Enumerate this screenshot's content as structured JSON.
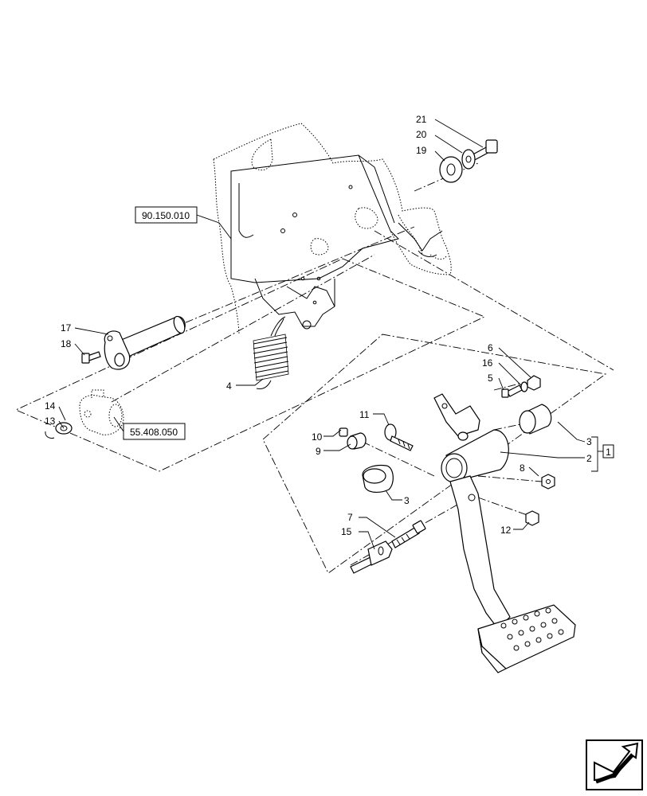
{
  "references": {
    "frame": "90.150.010",
    "valve": "55.408.050",
    "kit": "1"
  },
  "callouts": {
    "p21": "21",
    "p20": "20",
    "p19": "19",
    "p17": "17",
    "p18": "18",
    "p4": "4",
    "p14": "14",
    "p13": "13",
    "p6": "6",
    "p16": "16",
    "p5": "5",
    "p11": "11",
    "p10": "10",
    "p9": "9",
    "p3a": "3",
    "p2": "2",
    "p3b": "3",
    "p8": "8",
    "p12": "12",
    "p7": "7",
    "p15": "15"
  }
}
